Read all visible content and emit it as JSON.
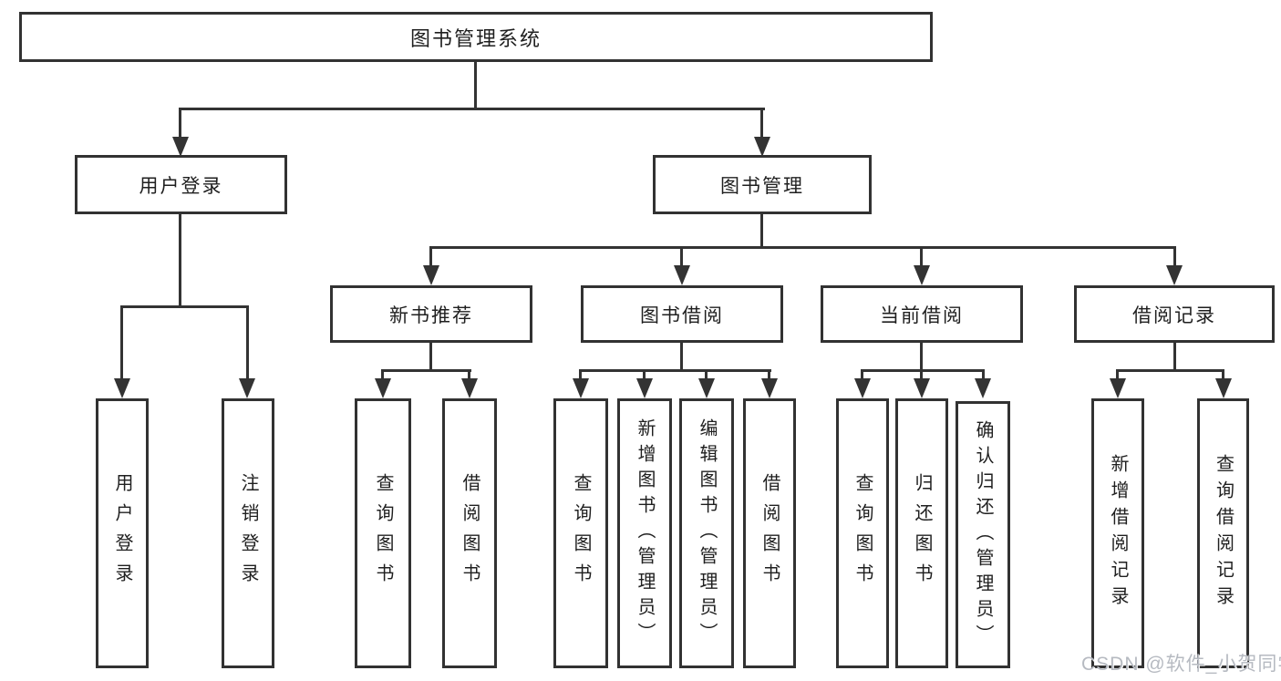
{
  "diagram": {
    "title": "图书管理系统",
    "nodes": {
      "root": "图书管理系统",
      "user_login": "用户登录",
      "book_mgmt": "图书管理",
      "new_book_rec": "新书推荐",
      "book_borrow": "图书借阅",
      "current_borrow": "当前借阅",
      "borrow_records": "借阅记录"
    },
    "leaves": [
      "用户登录",
      "注销登录",
      "查询图书",
      "借阅图书",
      "查询图书",
      "新增图书（管理员）",
      "编辑图书（管理员）",
      "借阅图书",
      "查询图书",
      "归还图书",
      "确认归还（管理员）",
      "新增借阅记录",
      "查询借阅记录"
    ],
    "watermark": "CSDN @软件_小贺同学",
    "colors": {
      "line": "#333333",
      "border": "#323232",
      "text": "#1f1f1f",
      "watermark_text": "#b6bac1",
      "background": "#ffffff"
    }
  }
}
